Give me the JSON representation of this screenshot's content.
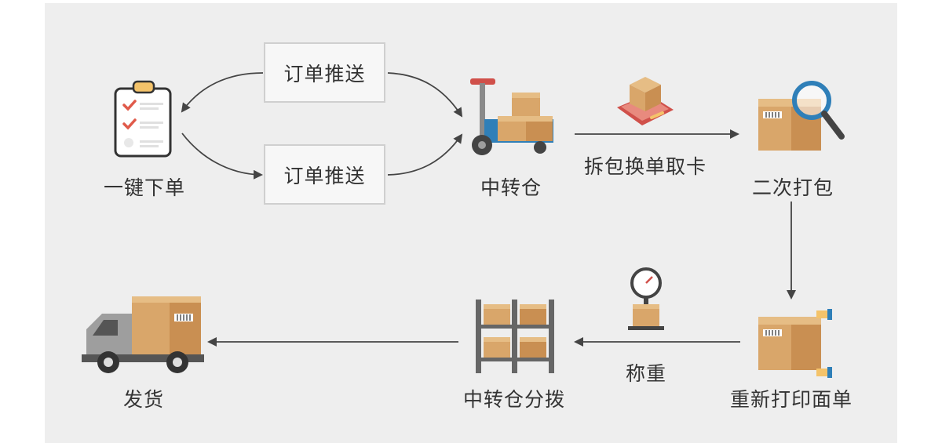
{
  "colors": {
    "panel": "#eeeeee",
    "arrow": "#444444",
    "box_tan": "#d9a66a",
    "box_side": "#c98f52",
    "box_top": "#e6bd85",
    "truck_gray": "#9e9e9e",
    "magnifier_blue": "#2f7fb8",
    "check_red": "#e05a4a"
  },
  "steps": {
    "order": "一键下单",
    "push_top": "订单推送",
    "push_bottom": "订单推送",
    "transfer": "中转仓",
    "unpack": "拆包换单取卡",
    "repack": "二次打包",
    "reprint": "重新打印面单",
    "weigh": "称重",
    "distribute": "中转仓分拨",
    "ship": "发货"
  },
  "icons": {
    "order": "clipboard-checklist-icon",
    "transfer": "pallet-jack-icon",
    "unpack": "package-scale-icon",
    "repack": "box-magnifier-icon",
    "reprint": "box-label-icon",
    "weigh": "weighing-scale-icon",
    "distribute": "warehouse-shelf-icon",
    "ship": "delivery-truck-icon"
  }
}
